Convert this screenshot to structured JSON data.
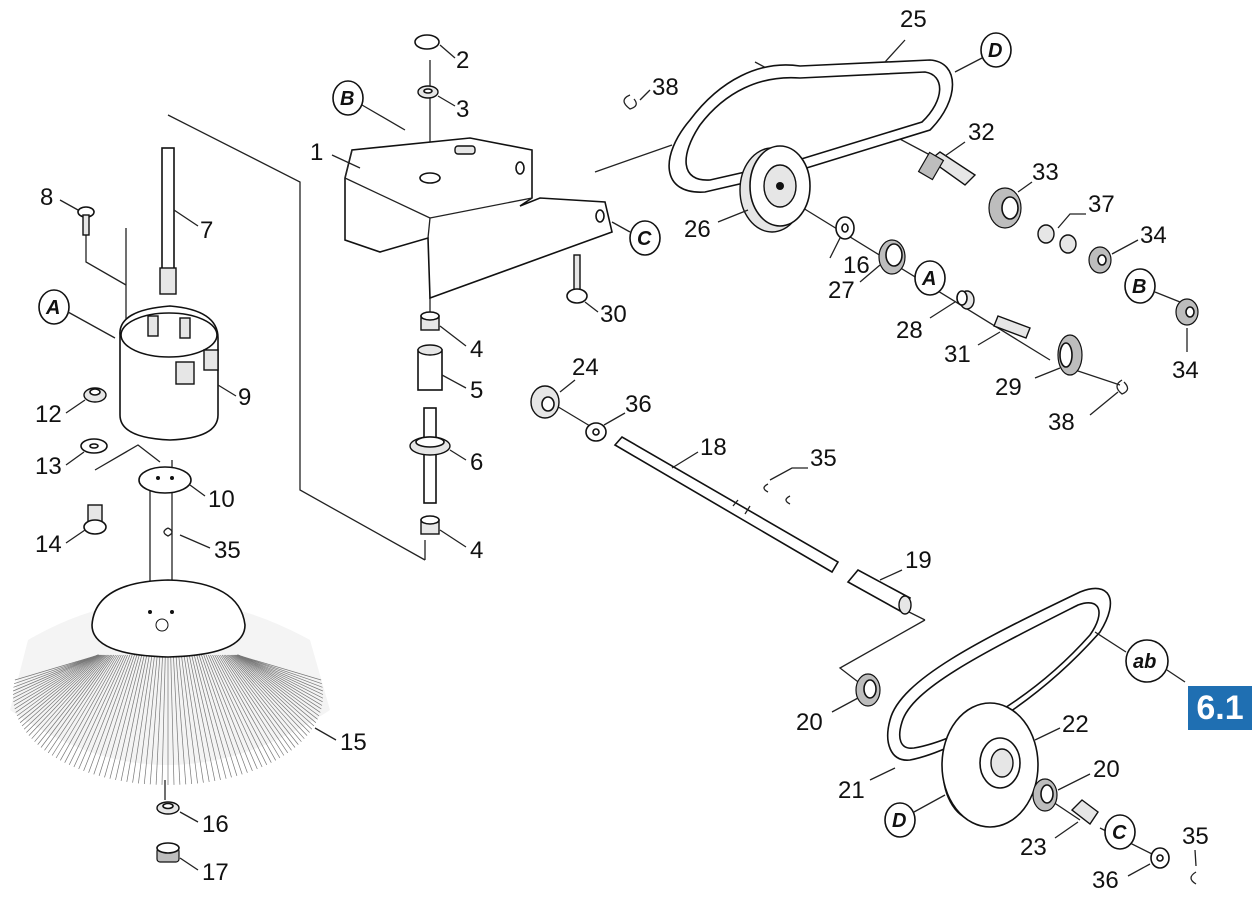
{
  "section_badge": "6.1",
  "callouts": [
    "1",
    "2",
    "3",
    "4",
    "4",
    "5",
    "6",
    "7",
    "8",
    "9",
    "10",
    "12",
    "13",
    "14",
    "15",
    "16",
    "16",
    "17",
    "18",
    "19",
    "20",
    "20",
    "21",
    "22",
    "23",
    "24",
    "25",
    "26",
    "27",
    "28",
    "29",
    "30",
    "31",
    "32",
    "33",
    "34",
    "34",
    "35",
    "35",
    "35",
    "36",
    "36",
    "37",
    "38",
    "38"
  ],
  "reference_marks": [
    "A",
    "A",
    "B",
    "B",
    "C",
    "C",
    "D",
    "D",
    "ab"
  ]
}
